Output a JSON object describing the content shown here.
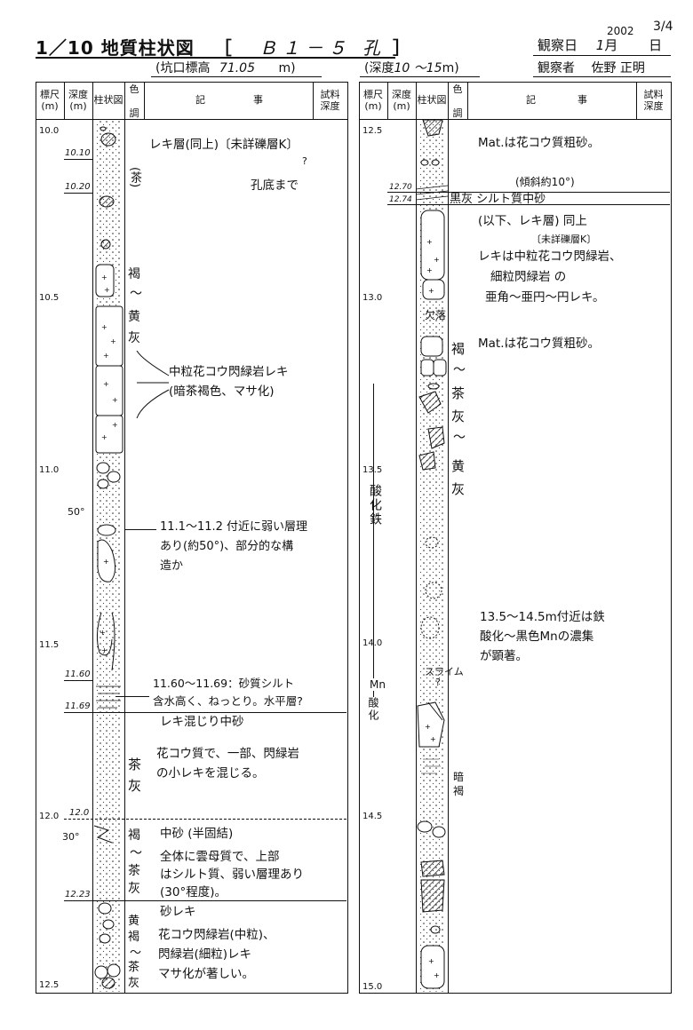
{
  "sheet": {
    "title": "1／10 地質柱状図",
    "bracket_open": "［",
    "hole_label": "Ｂ１－５ 孔",
    "bracket_close": "］",
    "page": "3/4",
    "year": "2002",
    "observe_label": "観察日",
    "month": "1",
    "month_unit": "月",
    "day_unit": "日",
    "observer_label": "観察者",
    "observer": "佐野 正明",
    "elevation_prefix": "(坑口標高",
    "elevation_value": "71.05",
    "elevation_unit": "m)",
    "depth_range_prefix": "(深度",
    "depth_range_value": "10 ～15",
    "depth_range_unit": "m)"
  },
  "headers": {
    "scale": "標尺",
    "scale_unit": "(m)",
    "depth": "深度",
    "depth_unit": "(m)",
    "column": "柱状図",
    "color_top": "色",
    "color_bottom": "調",
    "notes_a": "記",
    "notes_b": "事",
    "sample_a": "試料",
    "sample_b": "深度"
  },
  "left": {
    "scale_ticks": [
      "10.0",
      "10.5",
      "11.0",
      "11.5",
      "12.0",
      "12.5"
    ],
    "depth_marks": [
      "10.10",
      "10.20",
      "11.60",
      "11.69",
      "12.0",
      "12.23"
    ],
    "angle_marks": [
      "50°",
      "30°"
    ],
    "colors": [
      "(茶)",
      "褐",
      "～",
      "黄",
      "灰",
      "茶",
      "灰",
      "褐",
      "～",
      "茶",
      "灰",
      "黄",
      "褐",
      "～",
      "茶",
      "灰"
    ],
    "notes": [
      "レキ層(同上)〔未詳礫層K〕",
      "?",
      "孔底まで",
      "中粒花コウ閃緑岩レキ",
      "(暗茶褐色、マサ化)",
      "11.1～11.2 付近に弱い層理",
      "あり(約50°)、部分的な構",
      "造か",
      "11.60～11.69：砂質シルト",
      "含水高く、ねっとり。水平層?",
      "レキ混じり中砂",
      "花コウ質で、一部、閃緑岩",
      "の小レキを混じる。",
      "中砂 (半固結)",
      "全体に雲母質で、上部",
      "はシルト質、弱い層理あり",
      "(30°程度)。",
      "砂レキ",
      "花コウ閃緑岩(中粒)、",
      "閃緑岩(細粒)レキ",
      "マサ化が著しい。"
    ]
  },
  "right": {
    "scale_ticks": [
      "12.5",
      "13.0",
      "13.5",
      "14.0",
      "14.5",
      "15.0"
    ],
    "depth_marks": [
      "12.70",
      "12.74"
    ],
    "colors": [
      "褐",
      "～",
      "茶",
      "灰",
      "～",
      "黄",
      "灰",
      "暗",
      "褐"
    ],
    "side_labels": [
      "欠落",
      "スライム",
      "?"
    ],
    "oxide_fe": "酸化鉄",
    "oxide_mn_top": "Mn",
    "oxide_mn_bottom": "酸化",
    "notes": [
      "Mat.は花コウ質粗砂。",
      "(傾斜約10°)",
      "黒灰 シルト質中砂",
      "(以下、レキ層) 同上",
      "〔未詳礫層K〕",
      "レキは中粒花コウ閃緑岩、",
      "細粒閃緑岩 の",
      "亜角～亜円～円レキ。",
      "Mat.は花コウ質粗砂。",
      "13.5～14.5m付近は鉄",
      "酸化～黒色Mnの濃集",
      "が顕著。"
    ]
  }
}
